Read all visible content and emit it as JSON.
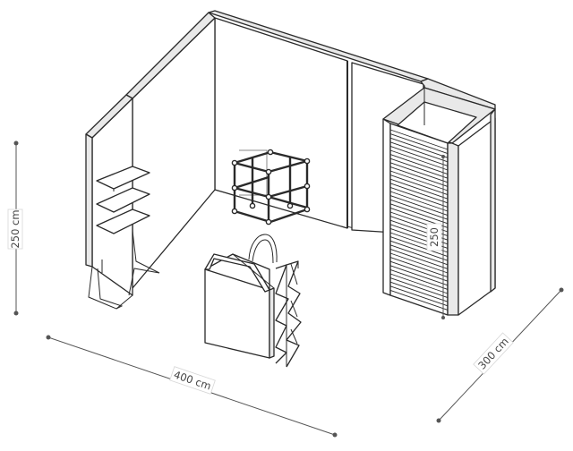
{
  "dimensions": {
    "height_label": "250 cm",
    "width_label": "400 cm",
    "depth_label": "300 cm",
    "cabin_height_label": "250"
  },
  "colors": {
    "line": "#2a2a2a",
    "dimension_line": "#555555",
    "wall_edge_fill": "#e9e9e9",
    "background": "#ffffff"
  }
}
